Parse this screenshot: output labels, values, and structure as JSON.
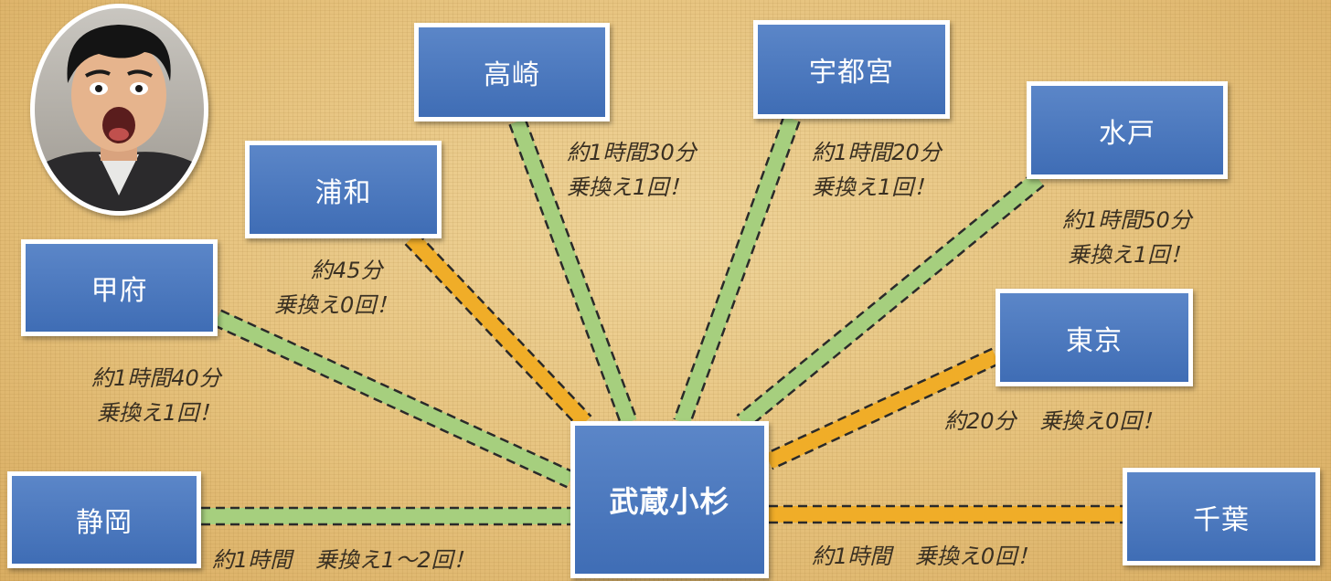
{
  "hub": {
    "label": "武蔵小杉"
  },
  "stations": {
    "takasaki": "高崎",
    "utsunomiya": "宇都宮",
    "mito": "水戸",
    "urawa": "浦和",
    "kofu": "甲府",
    "tokyo": "東京",
    "shizuoka": "静岡",
    "chiba": "千葉"
  },
  "routes": {
    "takasaki": {
      "time": "約1時間30分",
      "transfer": "乗換え1回！",
      "type": "transfer"
    },
    "utsunomiya": {
      "time": "約1時間20分",
      "transfer": "乗換え1回！",
      "type": "transfer"
    },
    "mito": {
      "time": "約1時間50分",
      "transfer": "乗換え1回！",
      "type": "transfer"
    },
    "urawa": {
      "time": "約45分",
      "transfer": "乗換え0回！",
      "type": "direct"
    },
    "kofu": {
      "time": "約1時間40分",
      "transfer": "乗換え1回！",
      "type": "transfer"
    },
    "tokyo": {
      "time": "約20分",
      "transfer": "乗換え0回！",
      "type": "direct"
    },
    "shizuoka": {
      "time": "約1時間",
      "transfer": "乗換え1～2回！",
      "type": "transfer"
    },
    "chiba": {
      "time": "約1時間",
      "transfer": "乗換え0回！",
      "type": "direct"
    }
  },
  "colors": {
    "transfer_line": "#a6cf7e",
    "direct_line": "#f0ad28",
    "dash": "#2a2a2a",
    "station_fill": "#4a78bd",
    "station_border": "#ffffff"
  },
  "avatar": {
    "icon": "surprised-man-portrait"
  }
}
